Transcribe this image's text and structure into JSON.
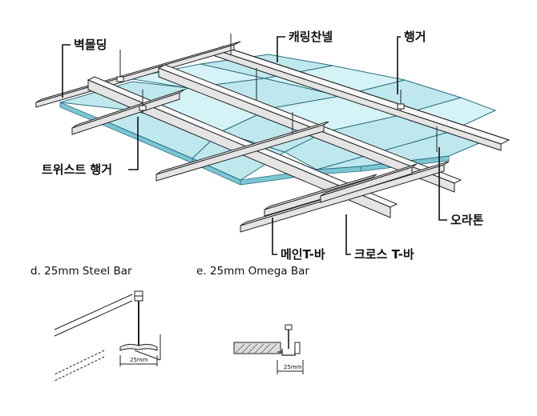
{
  "labels": {
    "wall_molding": "벽몰딩",
    "carrying_channel": "캐링찬넬",
    "hanger": "행거",
    "twist_hanger": "트위스트 행거",
    "oralon": "오라톤",
    "main_t_bar": "메인T-바",
    "cross_t_bar": "크로스 T-바"
  },
  "captions": {
    "steel_bar": "d. 25mm  Steel  Bar",
    "omega_bar": "e. 25mm  Omega  Bar"
  },
  "dimensions": {
    "steel_width": "25mm",
    "omega_width": "25mm"
  }
}
